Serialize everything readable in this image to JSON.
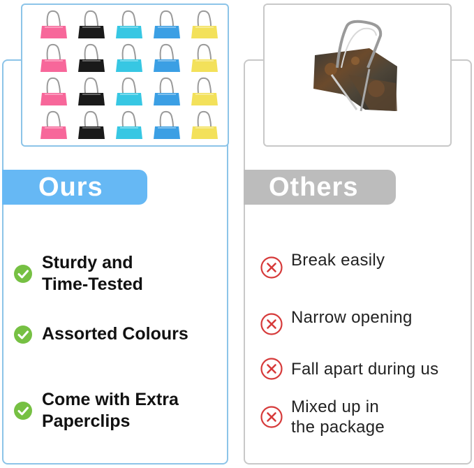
{
  "ours": {
    "title": "Ours",
    "features": [
      {
        "line1": "Sturdy and",
        "line2": "Time-Tested"
      },
      {
        "line1": "Assorted Colours",
        "line2": ""
      },
      {
        "line1": "Come with Extra",
        "line2": "Paperclips"
      }
    ]
  },
  "others": {
    "title": "Others",
    "drawbacks": [
      {
        "line1": "Break easily",
        "line2": ""
      },
      {
        "line1": "Narrow opening",
        "line2": ""
      },
      {
        "line1": "Fall apart during us",
        "line2": ""
      },
      {
        "line1": "Mixed up in",
        "line2": "the package"
      }
    ]
  },
  "colors": {
    "ours_accent": "#66b8f4",
    "others_accent": "#bcbcbc",
    "check_green": "#76c043",
    "x_red": "#d63a3a",
    "clip_colors": [
      "#f7679a",
      "#1a1a1a",
      "#37c7e3",
      "#3b9fe4",
      "#f3e15a"
    ]
  }
}
